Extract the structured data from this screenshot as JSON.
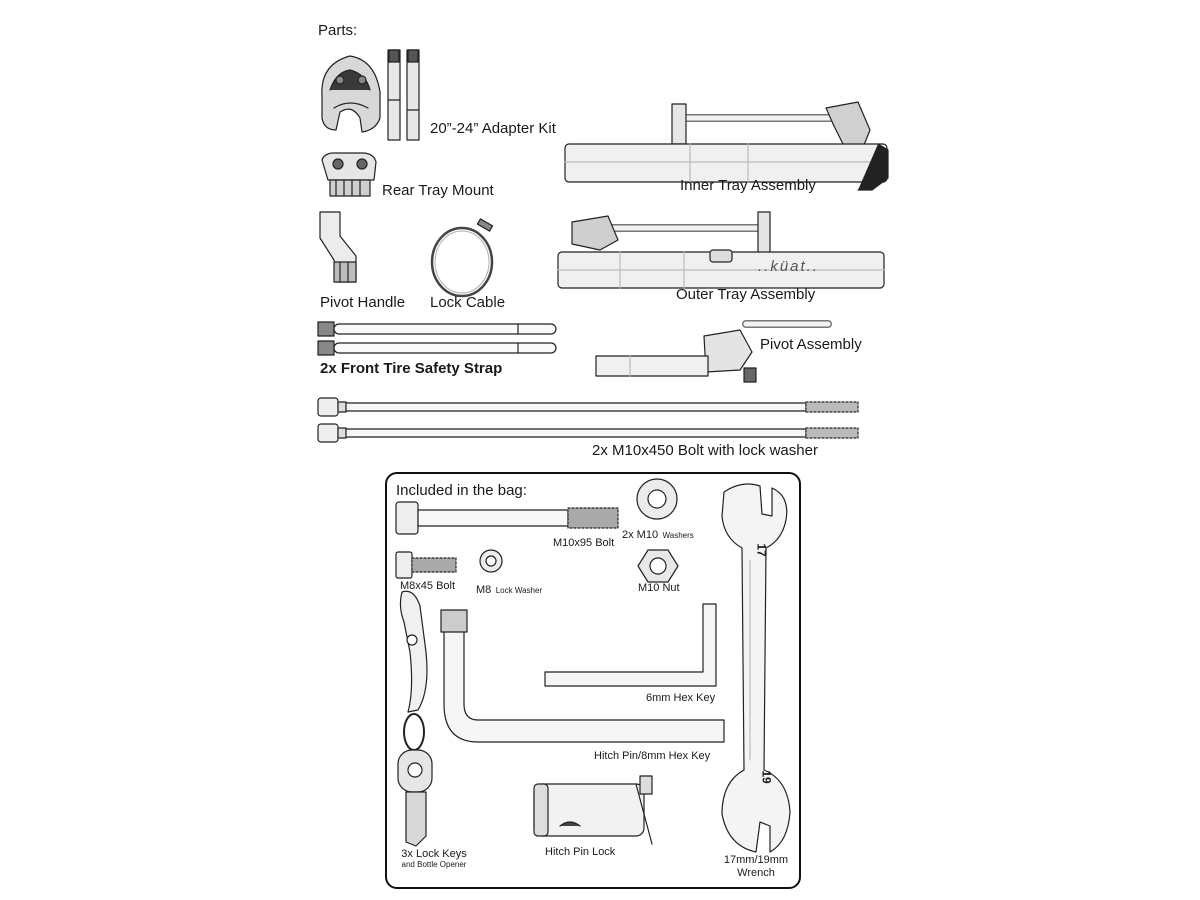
{
  "parts_heading": "Parts:",
  "parts": {
    "adapter_kit": "20”-24” Adapter Kit",
    "rear_tray_mount": "Rear Tray Mount",
    "inner_tray": "Inner Tray Assembly",
    "pivot_handle": "Pivot Handle",
    "lock_cable": "Lock Cable",
    "outer_tray": "Outer Tray Assembly",
    "safety_strap": "2x Front Tire Safety Strap",
    "pivot_assembly": "Pivot Assembly",
    "long_bolt": "2x M10x450 Bolt with lock washer",
    "logo_text": "..küat.."
  },
  "bag": {
    "heading": "Included in the bag:",
    "m10x95_bolt": "M10x95 Bolt",
    "washers_main": "2x M10",
    "washers_small": "Washers",
    "m8x45_bolt": "M8x45 Bolt",
    "m8_main": "M8",
    "m8_small": "Lock Washer",
    "m10_nut": "M10 Nut",
    "hex6": "6mm Hex Key",
    "hitch_pin": "Hitch Pin/8mm Hex Key",
    "keys_main": "3x Lock Keys",
    "keys_small": "and Bottle Opener",
    "hitch_lock": "Hitch Pin Lock",
    "wrench_line1": "17mm/19mm",
    "wrench_line2": "Wrench",
    "wrench_mark_17": "17",
    "wrench_mark_19": "19"
  }
}
